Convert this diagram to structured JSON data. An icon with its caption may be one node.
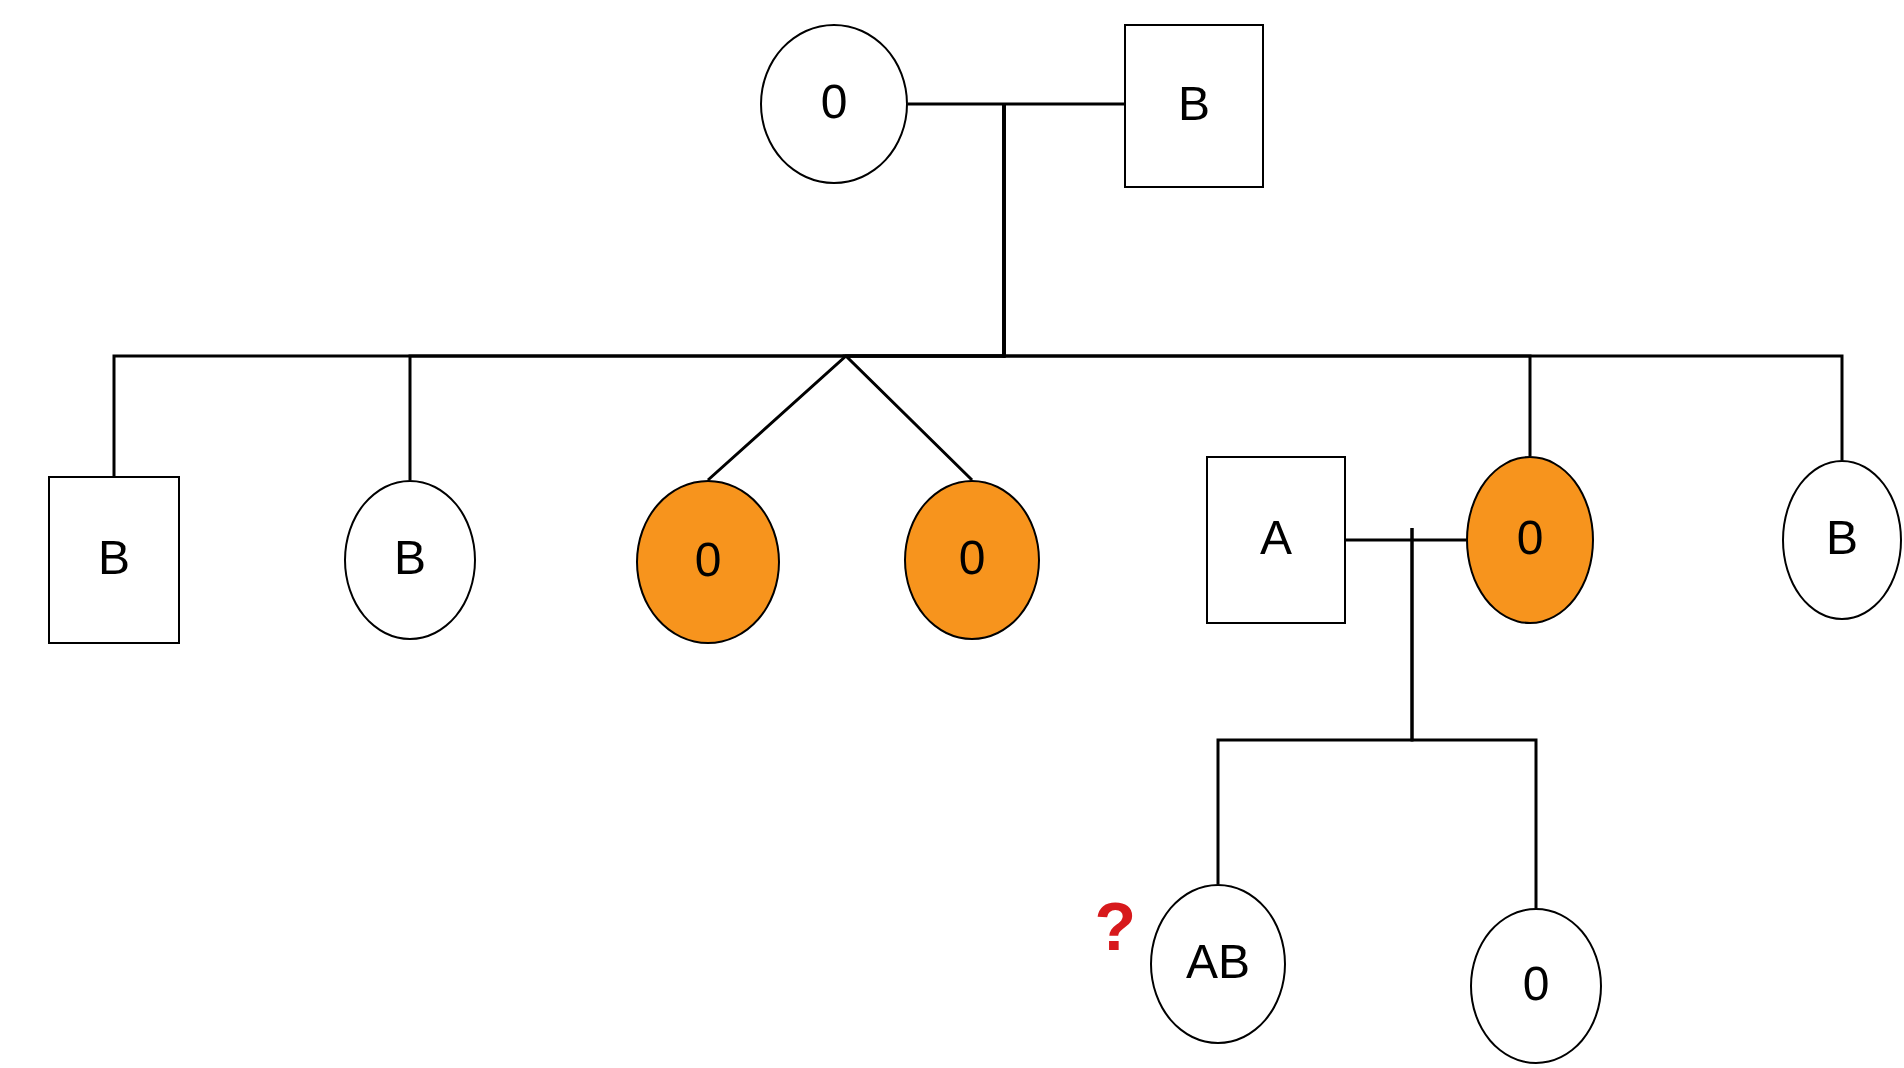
{
  "diagram": {
    "nodes": [
      {
        "text": [
          "0"
        ]
      },
      {
        "text": [
          "B"
        ]
      },
      {
        "text": [
          "B"
        ]
      },
      {
        "text": [
          "B"
        ]
      },
      {
        "text": [
          "0"
        ]
      },
      {
        "text": [
          "0"
        ]
      },
      {
        "text": [
          "A"
        ]
      },
      {
        "text": [
          "0"
        ]
      },
      {
        "text": [
          "B"
        ]
      },
      {
        "text": [
          "AB"
        ],
        "beside": [
          "?"
        ]
      },
      {
        "text": [
          "0"
        ]
      }
    ],
    "edges": [
      {
        "from": 0,
        "to": 1,
        "arrow": "none"
      },
      {
        "from": null,
        "to": 2,
        "arrow": "none"
      },
      {
        "from": null,
        "to": 3,
        "arrow": "none"
      },
      {
        "from": null,
        "to": 4,
        "arrow": "none"
      },
      {
        "from": null,
        "to": 5,
        "arrow": "none"
      },
      {
        "from": null,
        "to": 7,
        "arrow": "none"
      },
      {
        "from": null,
        "to": 8,
        "arrow": "none"
      },
      {
        "from": 6,
        "to": 7,
        "arrow": "none"
      },
      {
        "from": null,
        "to": 9,
        "arrow": "none"
      },
      {
        "from": null,
        "to": 10,
        "arrow": "none"
      }
    ]
  }
}
